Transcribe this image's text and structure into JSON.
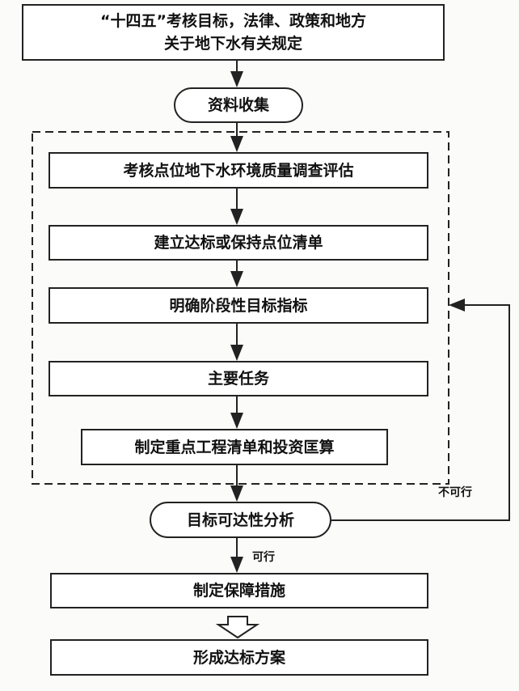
{
  "nodes": {
    "source_line1": "“十四五”考核目标，法律、政策和地方",
    "source_line2": "关于地下水有关规定",
    "collect": "资料收集",
    "survey": "考核点位地下水环境质量调查评估",
    "list": "建立达标或保持点位清单",
    "targets": "明确阶段性目标指标",
    "tasks": "主要任务",
    "projects": "制定重点工程清单和投资匡算",
    "feasibility": "目标可达性分析",
    "safeguards": "制定保障措施",
    "plan": "形成达标方案"
  },
  "edges": {
    "feasible": "可行",
    "infeasible": "不可行"
  }
}
